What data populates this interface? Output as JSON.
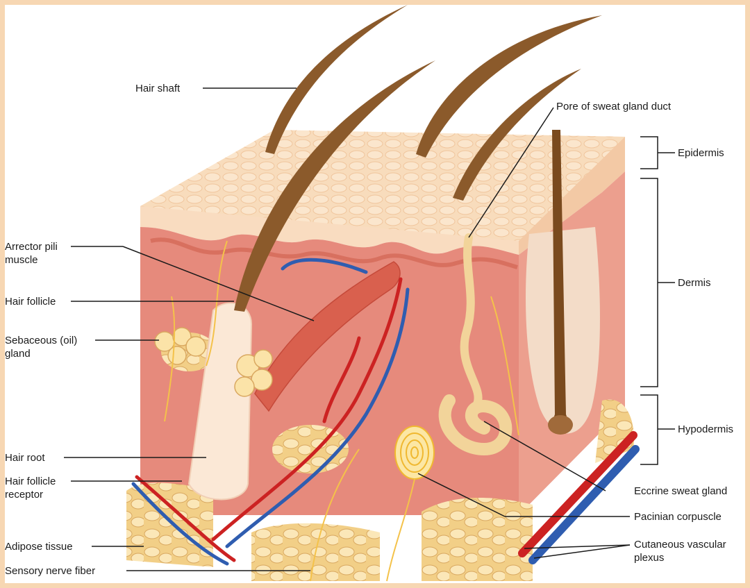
{
  "labels": {
    "hair_shaft": "Hair shaft",
    "pore": "Pore of sweat gland duct",
    "epidermis": "Epidermis",
    "dermis": "Dermis",
    "hypodermis": "Hypodermis",
    "arrector_pili": "Arrector pili\nmuscle",
    "hair_follicle": "Hair follicle",
    "sebaceous": "Sebaceous (oil)\ngland",
    "hair_root": "Hair root",
    "follicle_receptor": "Hair follicle\nreceptor",
    "adipose": "Adipose tissue",
    "sensory_nerve": "Sensory nerve fiber",
    "eccrine": "Eccrine sweat gland",
    "pacinian": "Pacinian corpuscle",
    "vascular": "Cutaneous vascular\nplexus"
  },
  "colors": {
    "background_border": "#f7d7b3",
    "epidermis": "#f6d2b0",
    "dermis": "#e8877a",
    "adipose": "#f6dda0",
    "hair": "#8b5a2b",
    "artery": "#cc2222",
    "vein": "#2f5db0",
    "nerve": "#f4c24a"
  }
}
